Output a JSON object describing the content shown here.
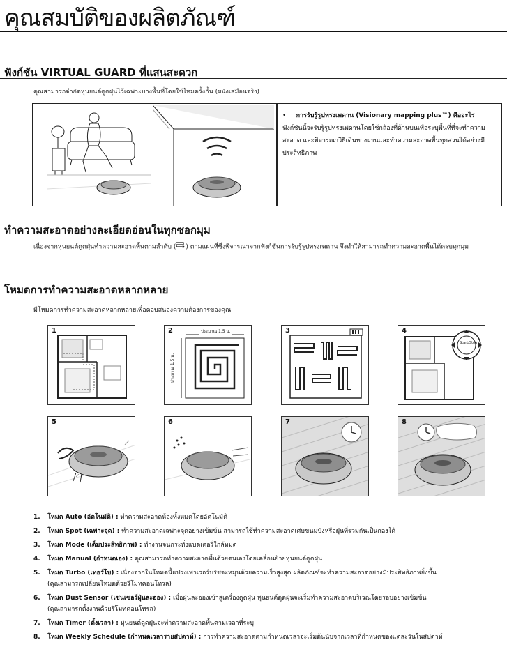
{
  "page_title": "คุณสมบัติของผลิตภัณฑ์",
  "virtual_guard": {
    "title": "ฟังก์ชัน VIRTUAL GUARD ที่แสนสะดวก",
    "intro": "คุณสามารถจำกัดหุ่นยนต์ดูดฝุ่นไว้เฉพาะบางพื้นที่โดยใช้ไหมครั้งกั้น (ผนังเสมือนจริง)",
    "bullet_title": "การรับรู้รูปทรงเพดาน (Visionary mapping plus™) คืออะไร",
    "bullet_text": "ฟังก์ชันนี้จะรับรู้รูปทรงเพดานโดยใช้กล้องที่ด้านบนเพื่อระบุพื้นที่ที่จะทำความสะอาด และพิจารณาวิธีเดินทางผ่านและทำความสะอาดพื้นทุกส่วนได้อย่างมีประสิทธิภาพ"
  },
  "thorough_clean": {
    "title": "ทำความสะอาดอย่างละเอียดอ่อนในทุกซอกมุม",
    "text_before_icon": "เนื่องจากหุ่นยนต์ดูดฝุ่นทำความสะอาดพื้นตามลำดับ (",
    "text_after_icon": ") ตามแผนที่ซึ่งพิจารณาจากฟังก์ชันการรับรู้รูปทรงเพดาน จึงทำให้สามารถทำความสะอาดพื้นได้ครบทุกมุม"
  },
  "modes_section": {
    "title": "โหมดการทำความสะอาดหลากหลาย",
    "intro": "มีโหมดการทำความสะอาดหลากหลายเพื่อตอบสนองความต้องการของคุณ",
    "figures": [
      {
        "num": "1"
      },
      {
        "num": "2"
      },
      {
        "num": "3"
      },
      {
        "num": "4"
      },
      {
        "num": "5"
      },
      {
        "num": "6"
      },
      {
        "num": "7"
      },
      {
        "num": "8"
      }
    ],
    "spot_width_label": "ประมาณ 1.5 ม.",
    "spot_height_label": "ประมาณ 1.5 ม.",
    "start_stop_label": "Start/Stop",
    "items": [
      {
        "num": "1.",
        "name": "โหมด Auto (อัตโนมัติ) :",
        "desc": " ทำความสะอาดห้องทั้งหมดโดยอัตโนมัติ",
        "sub": ""
      },
      {
        "num": "2.",
        "name": "โหมด Spot (เฉพาะจุด) :",
        "desc": " ทำความสะอาดเฉพาะจุดอย่างเข้มข้น สามารถใช้ทำความสะอาดเศษขนมปังหรือฝุ่นที่รวมกันเป็นกองได้",
        "sub": ""
      },
      {
        "num": "3.",
        "name": "โหมด Mode (เต็มประสิทธิภาพ) :",
        "desc": " ทำงานจนกระทั่งแบตเตอรี่ใกล้หมด",
        "sub": ""
      },
      {
        "num": "4.",
        "name": "โหมด Manual (กำหนดเอง) :",
        "desc": " คุณสามารถทำความสะอาดพื้นด้วยตนเองโดยเคลื่อนย้ายหุ่นยนต์ดูดฝุ่น",
        "sub": ""
      },
      {
        "num": "5.",
        "name": "โหมด Turbo (เทอร์โบ) :",
        "desc": " เนื่องจากในโหมดนี้แปรงเพาเวอร์บรัชจะหมุนด้วยความเร็วสูงสุด ผลิตภัณฑ์จะทำความสะอาดอย่างมีประสิทธิภาพยิ่งขึ้น",
        "sub": "(คุณสามารถเปลี่ยนโหมดด้วยรีโมทคอนโทรล)"
      },
      {
        "num": "6.",
        "name": "โหมด Dust Sensor (เซนเซอร์ฝุ่นละออง) :",
        "desc": " เมื่อฝุ่นละอองเข้าสู่เครื่องดูดฝุ่น หุ่นยนต์ดูดฝุ่นจะเริ่มทำความสะอาดบริเวณโดยรอบอย่างเข้มข้น",
        "sub": "(คุณสามารถตั้งงานด้วยรีโมทคอนโทรล)"
      },
      {
        "num": "7.",
        "name": "โหมด Timer (ตั้งเวลา) :",
        "desc": " หุ่นยนต์ดูดฝุ่นจะทำความสะอาดพื้นตามเวลาที่ระบุ",
        "sub": ""
      },
      {
        "num": "8.",
        "name": "โหมด Weekly Schedule (กำหนดเวลารายสัปดาห์) :",
        "desc": " การทำความสะอาดตามกำหนดเวลาจะเริ่มต้นนับจากเวลาที่กำหนดของแต่ละวันในสัปดาห์",
        "sub": ""
      }
    ]
  }
}
